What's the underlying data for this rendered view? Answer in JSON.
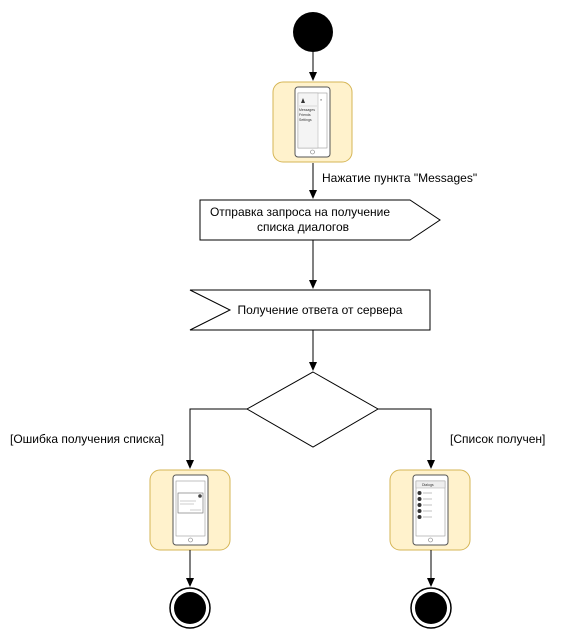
{
  "diagram": {
    "transition_click_messages": "Нажатие пункта \"Messages\"",
    "send_request_line1": "Отправка запроса на получение",
    "send_request_line2": "списка диалогов",
    "receive_response": "Получение ответа от сервера",
    "guard_error": "[Ошибка получения списка]",
    "guard_success": "[Список получен]",
    "phone_menu_items": [
      "Messages",
      "Friends",
      "Settings"
    ],
    "phone_list_header": "Dialogs"
  },
  "colors": {
    "screen_fill": "#fff2cc",
    "screen_stroke": "#d6b656",
    "line": "#000000"
  }
}
